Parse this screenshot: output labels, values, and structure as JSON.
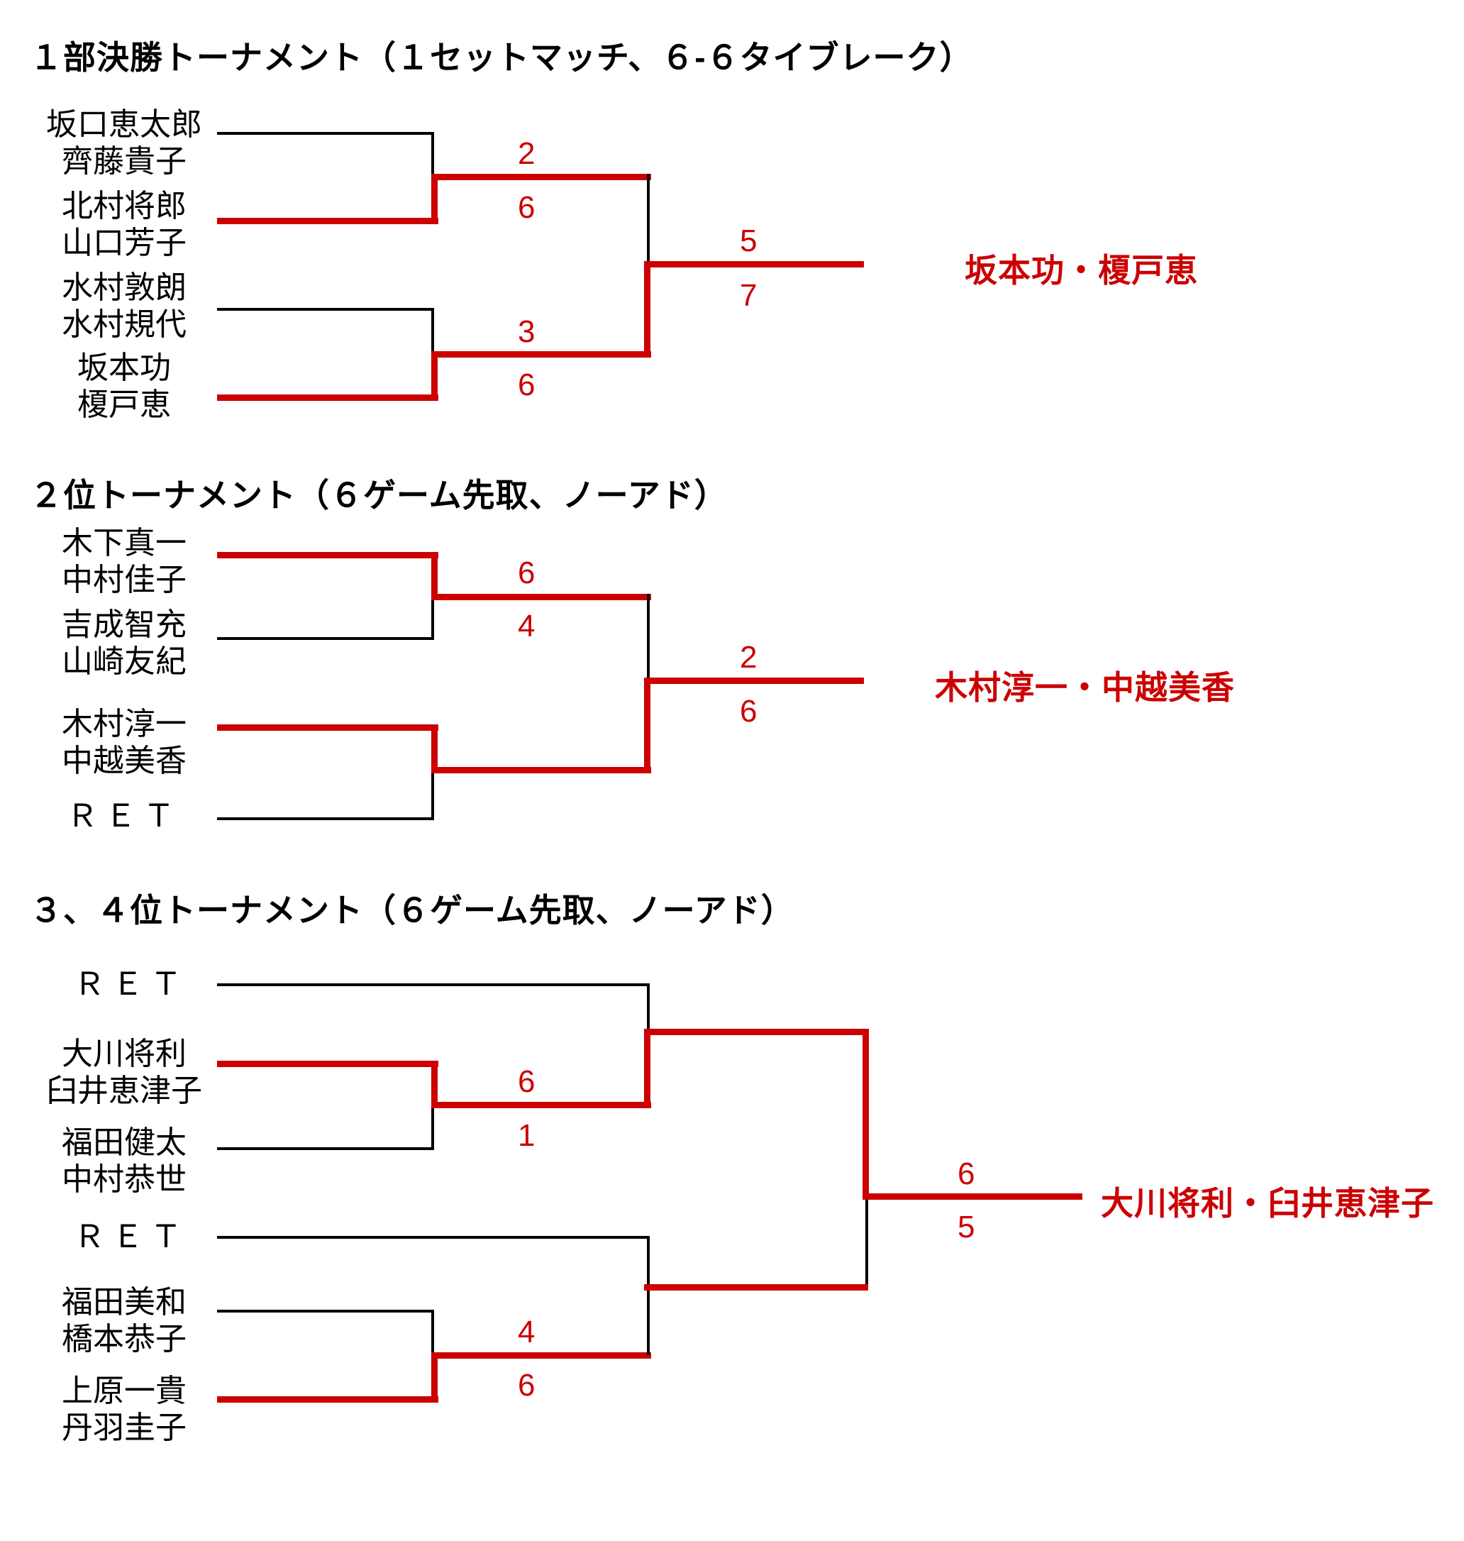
{
  "document": {
    "title": "テニス大会トーナメント表",
    "accent_color": "#cc0000",
    "line_color": "#000000"
  },
  "sections": [
    {
      "id": "division1-final",
      "heading": "１部決勝トーナメント（１セットマッチ、６-６タイブレーク）",
      "entries": [
        {
          "lines": [
            "坂口恵太郎",
            "齊藤貴子"
          ]
        },
        {
          "lines": [
            "北村将郎",
            "山口芳子"
          ]
        },
        {
          "lines": [
            "水村敦朗",
            "水村規代"
          ]
        },
        {
          "lines": [
            "坂本功",
            "榎戸恵"
          ]
        }
      ],
      "scores": {
        "sf_top_upper": "2",
        "sf_top_lower": "6",
        "sf_bottom_upper": "3",
        "sf_bottom_lower": "6",
        "final_upper": "5",
        "final_lower": "7"
      },
      "winner": "坂本功・榎戸恵"
    },
    {
      "id": "place2",
      "heading": "２位トーナメント（６ゲーム先取、ノーアド）",
      "entries": [
        {
          "lines": [
            "木下真一",
            "中村佳子"
          ]
        },
        {
          "lines": [
            "吉成智充",
            "山崎友紀"
          ]
        },
        {
          "lines": [
            "木村淳一",
            "中越美香"
          ]
        },
        {
          "lines": [
            "ＲＥＴ"
          ]
        }
      ],
      "scores": {
        "sf_top_upper": "6",
        "sf_top_lower": "4",
        "final_upper": "2",
        "final_lower": "6"
      },
      "winner": "木村淳一・中越美香"
    },
    {
      "id": "place34",
      "heading": "３、４位トーナメント（６ゲーム先取、ノーアド）",
      "entries": [
        {
          "lines": [
            "ＲＥＴ"
          ]
        },
        {
          "lines": [
            "大川将利",
            "臼井恵津子"
          ]
        },
        {
          "lines": [
            "福田健太",
            "中村恭世"
          ]
        },
        {
          "lines": [
            "ＲＥＴ"
          ]
        },
        {
          "lines": [
            "福田美和",
            "橋本恭子"
          ]
        },
        {
          "lines": [
            "上原一貴",
            "丹羽圭子"
          ]
        }
      ],
      "scores": {
        "r1_top_upper": "6",
        "r1_top_lower": "1",
        "r1_bottom_upper": "4",
        "r1_bottom_lower": "6",
        "final_upper": "6",
        "final_lower": "5"
      },
      "winner": "大川将利・臼井恵津子"
    }
  ]
}
